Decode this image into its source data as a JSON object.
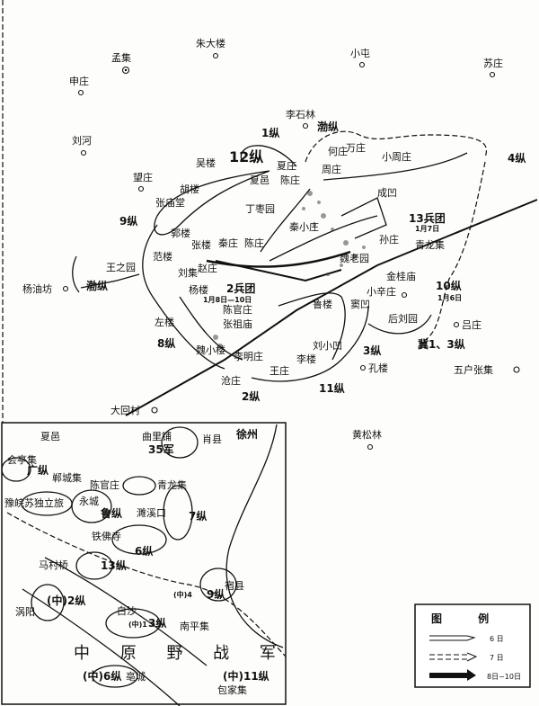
{
  "main_map": {
    "places": [
      "朱大楼",
      "孟集",
      "小屯",
      "苏庄",
      "申庄",
      "刘河",
      "李石林",
      "吴楼",
      "夏庄",
      "何庄",
      "万庄",
      "小周庄",
      "望庄",
      "周庄",
      "夏邑",
      "陈庄",
      "成凹",
      "胡楼",
      "张庙堂",
      "丁枣园",
      "秦小庄",
      "郭楼",
      "孙庄",
      "张楼",
      "秦庄",
      "陈庄",
      "青龙集",
      "范楼",
      "王之园",
      "赵庄",
      "刘集",
      "魏老园",
      "金桂庙",
      "杨油坊",
      "杨楼",
      "小辛庄",
      "陈官庄",
      "鲁楼",
      "窦凹",
      "后刘园",
      "左楼",
      "张祖庙",
      "吕庄",
      "刘小凹",
      "魏小楼",
      "李明庄",
      "李楼",
      "孔楼",
      "五户张集",
      "王庄",
      "沧庄",
      "大回村",
      "黄松林"
    ],
    "units": [
      "1纵",
      "渤纵",
      "12纵",
      "4纵",
      "9纵",
      "13兵团",
      "1月7日",
      "渤纵",
      "10纵",
      "1月6日",
      "2兵团",
      "1月8日—10日",
      "8纵",
      "3纵",
      "冀1、3纵",
      "2纵",
      "11纵"
    ]
  },
  "inset_map": {
    "places": [
      "夏邑",
      "曲里铺",
      "肖县",
      "徐州",
      "会亭集",
      "郸城集",
      "陈官庄",
      "青龙集",
      "豫皖苏独立旅",
      "永城",
      "濉溪口",
      "铁佛寺",
      "马村桥",
      "宿县",
      "涡阳",
      "白沙",
      "南平集",
      "亳城",
      "包家集"
    ],
    "units": [
      "35军",
      "广纵",
      "鲁纵",
      "7纵",
      "6纵",
      "13纵",
      "(中)4",
      "9纵",
      "(中)2纵",
      "(中)1",
      "3纵",
      "(中)6纵",
      "(中)11纵"
    ],
    "army_label": "中 原 野 战 军"
  },
  "legend": {
    "title": "图 例",
    "items": [
      {
        "label": "6 日",
        "style": "double-line arrow"
      },
      {
        "label": "7 日",
        "style": "dashed double-line arrow"
      },
      {
        "label": "8日~10日",
        "style": "solid bold arrow"
      }
    ]
  }
}
